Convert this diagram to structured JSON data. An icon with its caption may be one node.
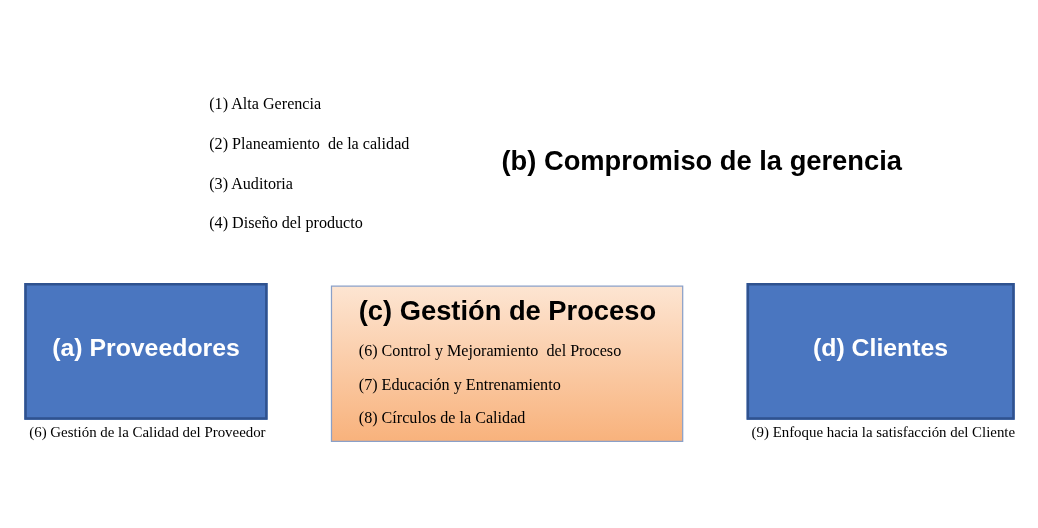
{
  "diagram": {
    "nodes": [
      {
        "text": [
          "(a) Proveedores"
        ],
        "beside": [
          "(6) Gestión de la Calidad del Proveedor"
        ]
      },
      {
        "text": [
          "(c) Gestión de Proceso",
          "(6) Control y Mejoramiento  del Proceso",
          "(7) Educación y Entrenamiento",
          "(8) Círculos de la Calidad"
        ]
      },
      {
        "text": [
          "(d) Clientes"
        ],
        "beside": [
          "(9) Enfoque hacia la satisfacción del Cliente"
        ]
      }
    ],
    "labels": [
      "(1) Alta Gerencia",
      "(2) Planeamiento  de la calidad",
      "(3) Auditoria",
      "(4) Diseño del producto",
      "(b) Compromiso de la gerencia"
    ]
  }
}
